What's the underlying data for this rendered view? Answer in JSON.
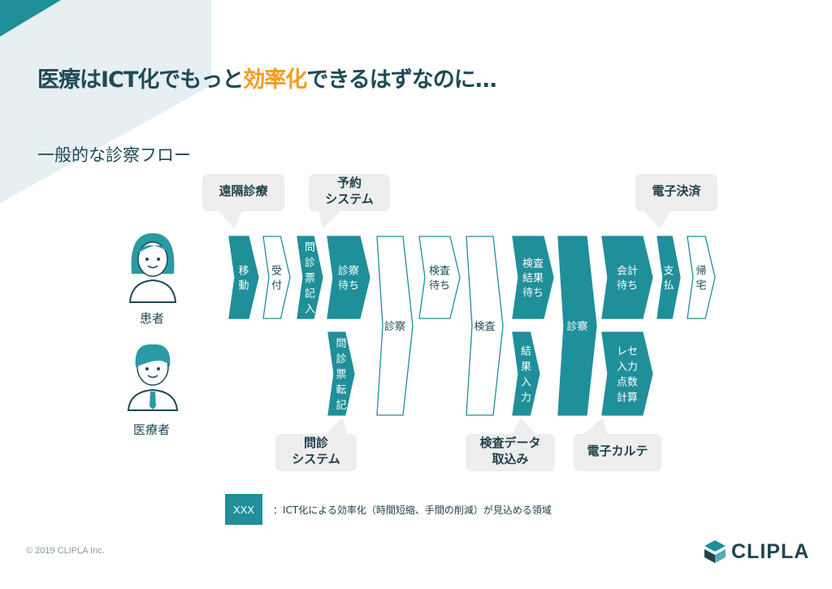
{
  "title": {
    "prefix": "医療はICT化でもっと",
    "accent": "効率化",
    "suffix": "できるはずなのに…"
  },
  "subtitle": "一般的な診察フロー",
  "roles": {
    "patient": "患者",
    "staff": "医療者"
  },
  "steps": {
    "move": "移\n動",
    "reception": "受\n付",
    "questionnaire_fill": "問\n診\n票\n記\n入",
    "wait_exam": "診察\n待ち",
    "questionnaire_transcribe": "問\n診\n票\n転\n記",
    "exam1": "診察",
    "wait_test": "検査\n待ち",
    "test": "検査",
    "wait_result": "検査\n結果\n待ち",
    "result_input": "結\n果\n入\n力",
    "exam2": "診察",
    "wait_payment": "会計\n待ち",
    "receipt_calc": "レセ\n入力\n点数\n計算",
    "payment": "支\n払",
    "go_home": "帰\n宅"
  },
  "bubbles": {
    "telemedicine": "遠隔診療",
    "reservation": "予約\nシステム",
    "e_payment": "電子決済",
    "questionnaire_system": "問診\nシステム",
    "test_data": "検査データ\n取込み",
    "emr": "電子カルテ"
  },
  "legend": {
    "box": "XXX",
    "text": "：ICT化による効率化（時間短縮、手間の削減）が見込める領域"
  },
  "copyright": "© 2019 CLIPLA Inc.",
  "logo": "CLIPLA",
  "colors": {
    "teal": "#1f8f9a",
    "accent": "#f39c1f",
    "bubble": "#eeeeee",
    "dark": "#1f4a57",
    "band": "#e5eef1"
  }
}
